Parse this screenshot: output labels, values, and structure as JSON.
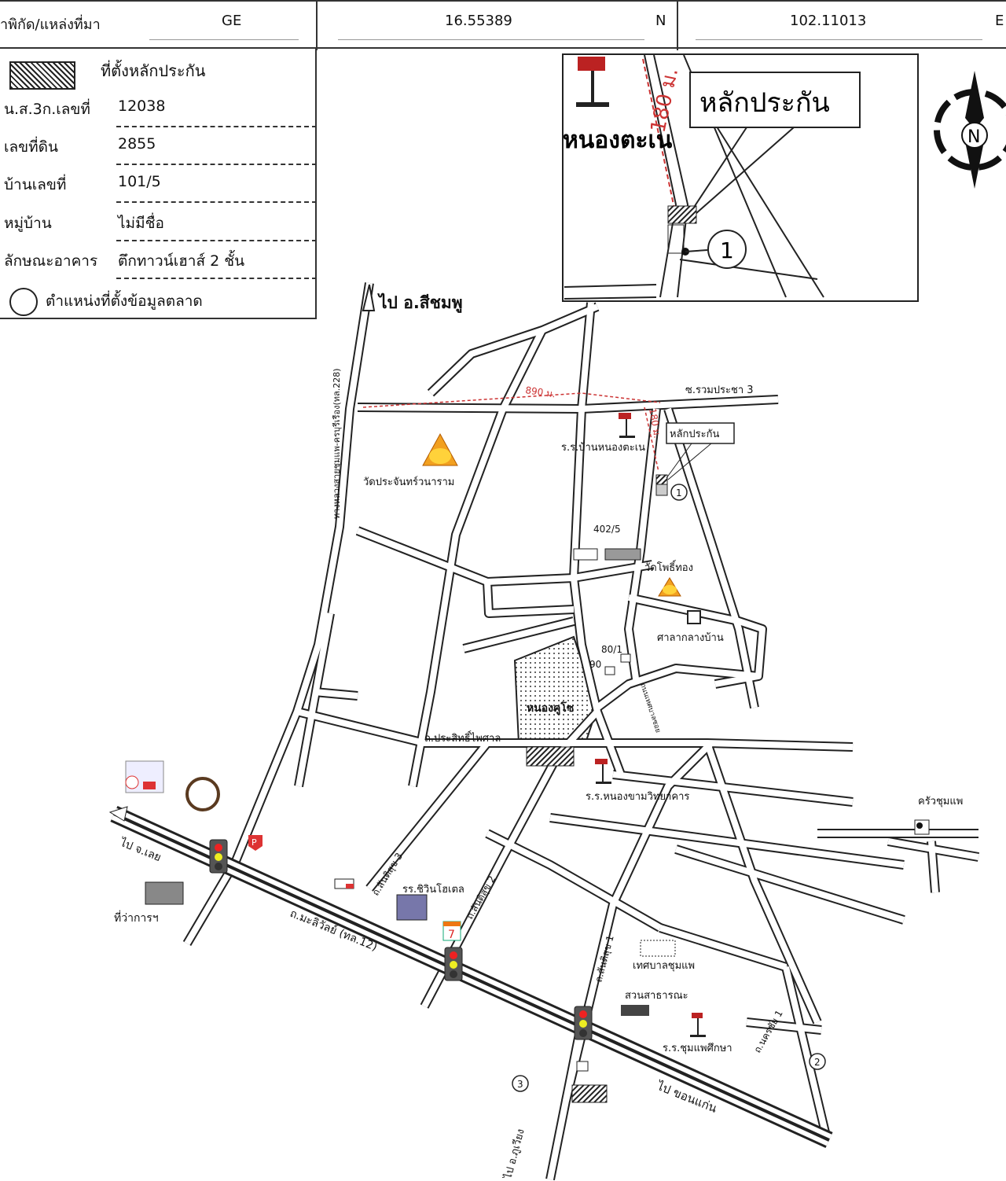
{
  "header": {
    "source_label": "าพิกัด/แหล่งที่มา",
    "source_value": "GE",
    "latitude": "16.55389",
    "lat_unit": "N",
    "longitude": "102.11013",
    "lon_unit": "E"
  },
  "legend": {
    "collateral_label": "ที่ตั้งหลักประกัน",
    "rows": [
      {
        "key": "น.ส.3ก.เลขที่",
        "value": "12038"
      },
      {
        "key": "เลขที่ดิน",
        "value": "2855"
      },
      {
        "key": "บ้านเลขที่",
        "value": "101/5"
      },
      {
        "key": "หมู่บ้าน",
        "value": "ไม่มีชื่อ"
      },
      {
        "key": "ลักษณะอาคาร",
        "value": "ตึกทาวน์เฮาส์ 2 ชั้น"
      }
    ],
    "market_label": "ตำแหน่งที่ตั้งข้อมูลตลาด"
  },
  "inset": {
    "distance": "180 ม.",
    "collateral_box": "หลักประกัน",
    "place": "หนองตะเน",
    "marker": "1"
  },
  "compass": {
    "label": "N"
  },
  "map": {
    "to_sichomphu": "ไป อ.สีชมพู",
    "highway_228": "ทางหลวงสายชุมแพ-ครบุรีเรือง(ทล.228)",
    "dist_890": "890 ม.",
    "soi_ruamprachа": "ซ.รวมประชา 3",
    "dist_180": "180 ม.",
    "collateral": "หลักประกัน",
    "school_nongtane": "ร.ร.บ้านหนองตะเน",
    "wat_prachan": "วัดประจันทร์วนาราม",
    "house_4025": "402/5",
    "wat_pho": "วัดโพธิ์ทอง",
    "sala": "ศาลากลางบ้าน",
    "house_801": "80/1",
    "house_90": "90",
    "pond": "หนองคูโซ",
    "road_local": "ถนนเทศบาลซอย",
    "road_prasit": "ถ.ประสิทธิ์ไพศาล",
    "school_nongkham": "ร.ร.หนองขามวิทยาคาร",
    "khrua_chumphae": "ครัวชุมแพ",
    "to_loei": "ไป จ.เลย",
    "district_office": "ที่ว่าการฯ",
    "road_maliwan": "ถ.มะลิวัลย์ (ทล.12)",
    "santisuk3": "ถ.สันติสุข 3",
    "hotel": "รร.ชิวินโฮเตล",
    "santisuk2": "ถ.สันติสุข 2",
    "santisuk1": "ถ.สันติสุข 1",
    "municipality": "เทศบาลชุมแพ",
    "park": "สวนสาธารณะ",
    "school_chumphae": "ร.ร.ชุมแพศึกษา",
    "road_nakhonchai": "ถ.นครชัย 1",
    "to_khonkaen": "ไป ขอนแก่น",
    "to_phuwiang": "ไป อ.ภูเวียง",
    "marker_1": "1",
    "marker_2": "2",
    "marker_3": "3",
    "sign_7": "7"
  }
}
